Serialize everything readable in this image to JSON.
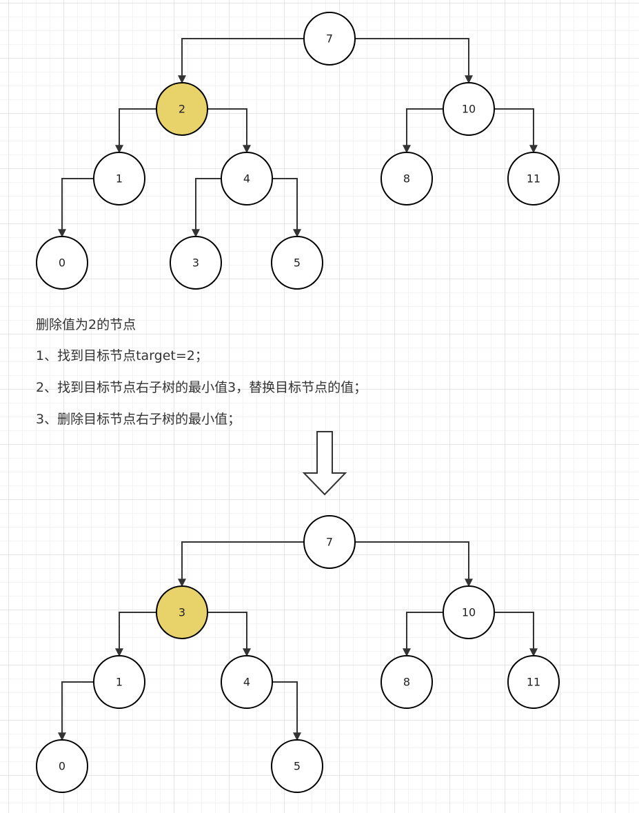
{
  "tree_before": {
    "highlight_color": "#e8d36a",
    "nodes": [
      {
        "id": "n7",
        "label": "7"
      },
      {
        "id": "n2",
        "label": "2",
        "highlight": true
      },
      {
        "id": "n10",
        "label": "10"
      },
      {
        "id": "n1",
        "label": "1"
      },
      {
        "id": "n4",
        "label": "4"
      },
      {
        "id": "n8",
        "label": "8"
      },
      {
        "id": "n11",
        "label": "11"
      },
      {
        "id": "n0",
        "label": "0"
      },
      {
        "id": "n3",
        "label": "3"
      },
      {
        "id": "n5",
        "label": "5"
      }
    ],
    "edges": [
      [
        "n7",
        "n2"
      ],
      [
        "n7",
        "n10"
      ],
      [
        "n2",
        "n1"
      ],
      [
        "n2",
        "n4"
      ],
      [
        "n10",
        "n8"
      ],
      [
        "n10",
        "n11"
      ],
      [
        "n1",
        "n0"
      ],
      [
        "n4",
        "n3"
      ],
      [
        "n4",
        "n5"
      ]
    ]
  },
  "description": {
    "title": "删除值为2的节点",
    "steps": [
      "1、找到目标节点target=2；",
      "2、找到目标节点右子树的最小值3，替换目标节点的值；",
      "3、删除目标节点右子树的最小值；"
    ]
  },
  "tree_after": {
    "highlight_color": "#e8d36a",
    "nodes": [
      {
        "id": "n7",
        "label": "7"
      },
      {
        "id": "n3",
        "label": "3",
        "highlight": true
      },
      {
        "id": "n10",
        "label": "10"
      },
      {
        "id": "n1",
        "label": "1"
      },
      {
        "id": "n4",
        "label": "4"
      },
      {
        "id": "n8",
        "label": "8"
      },
      {
        "id": "n11",
        "label": "11"
      },
      {
        "id": "n0",
        "label": "0"
      },
      {
        "id": "n5",
        "label": "5"
      }
    ],
    "edges": [
      [
        "n7",
        "n3"
      ],
      [
        "n7",
        "n10"
      ],
      [
        "n3",
        "n1"
      ],
      [
        "n3",
        "n4"
      ],
      [
        "n10",
        "n8"
      ],
      [
        "n10",
        "n11"
      ],
      [
        "n1",
        "n0"
      ],
      [
        "n4",
        "n5"
      ]
    ]
  }
}
